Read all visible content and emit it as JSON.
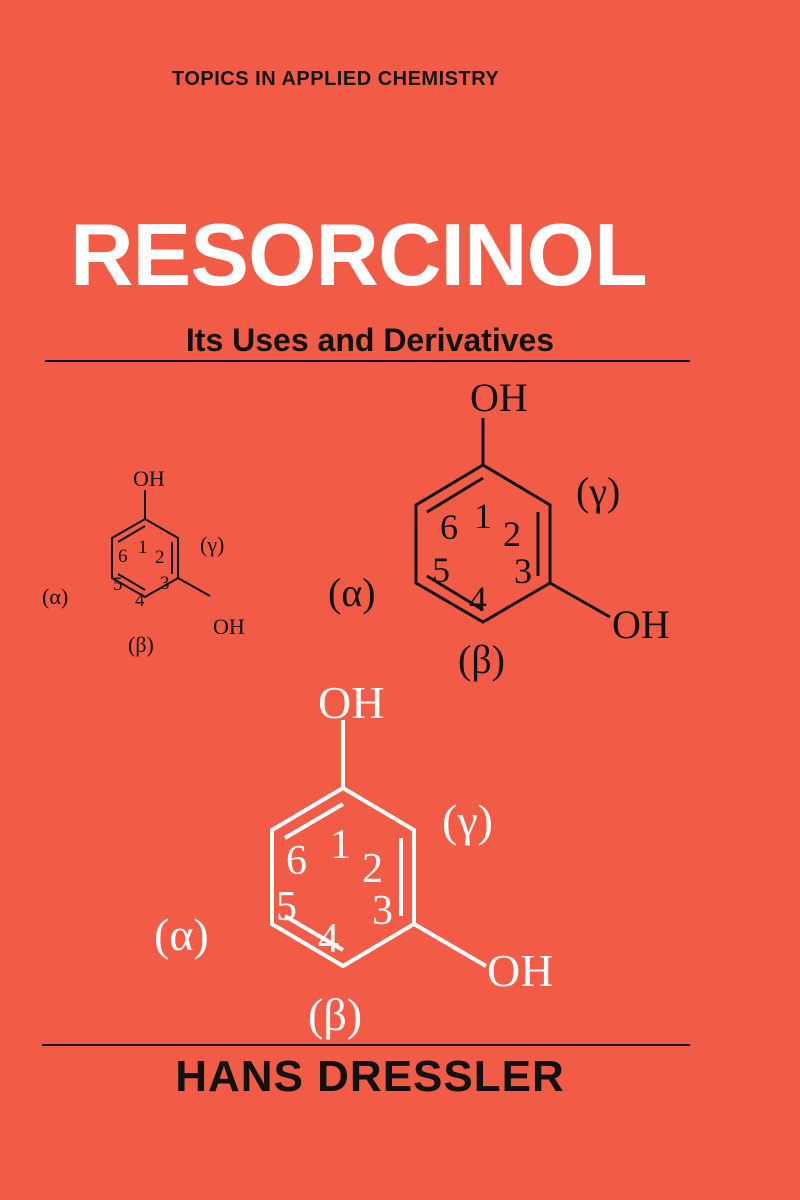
{
  "series": "TOPICS IN APPLIED CHEMISTRY",
  "title": "RESORCINOL",
  "subtitle": "Its Uses and Derivatives",
  "author": "HANS DRESSLER",
  "structure": {
    "oh_top": "OH",
    "oh_side": "OH",
    "gamma": "(γ)",
    "alpha": "(α)",
    "beta": "(β)",
    "ring_numbers": [
      "1",
      "2",
      "3",
      "4",
      "5",
      "6"
    ]
  },
  "colors": {
    "background": "#f25c47",
    "title": "#ffffff",
    "text": "#111111",
    "structure_small": "#111111",
    "structure_medium": "#111111",
    "structure_large": "#ffffff"
  }
}
